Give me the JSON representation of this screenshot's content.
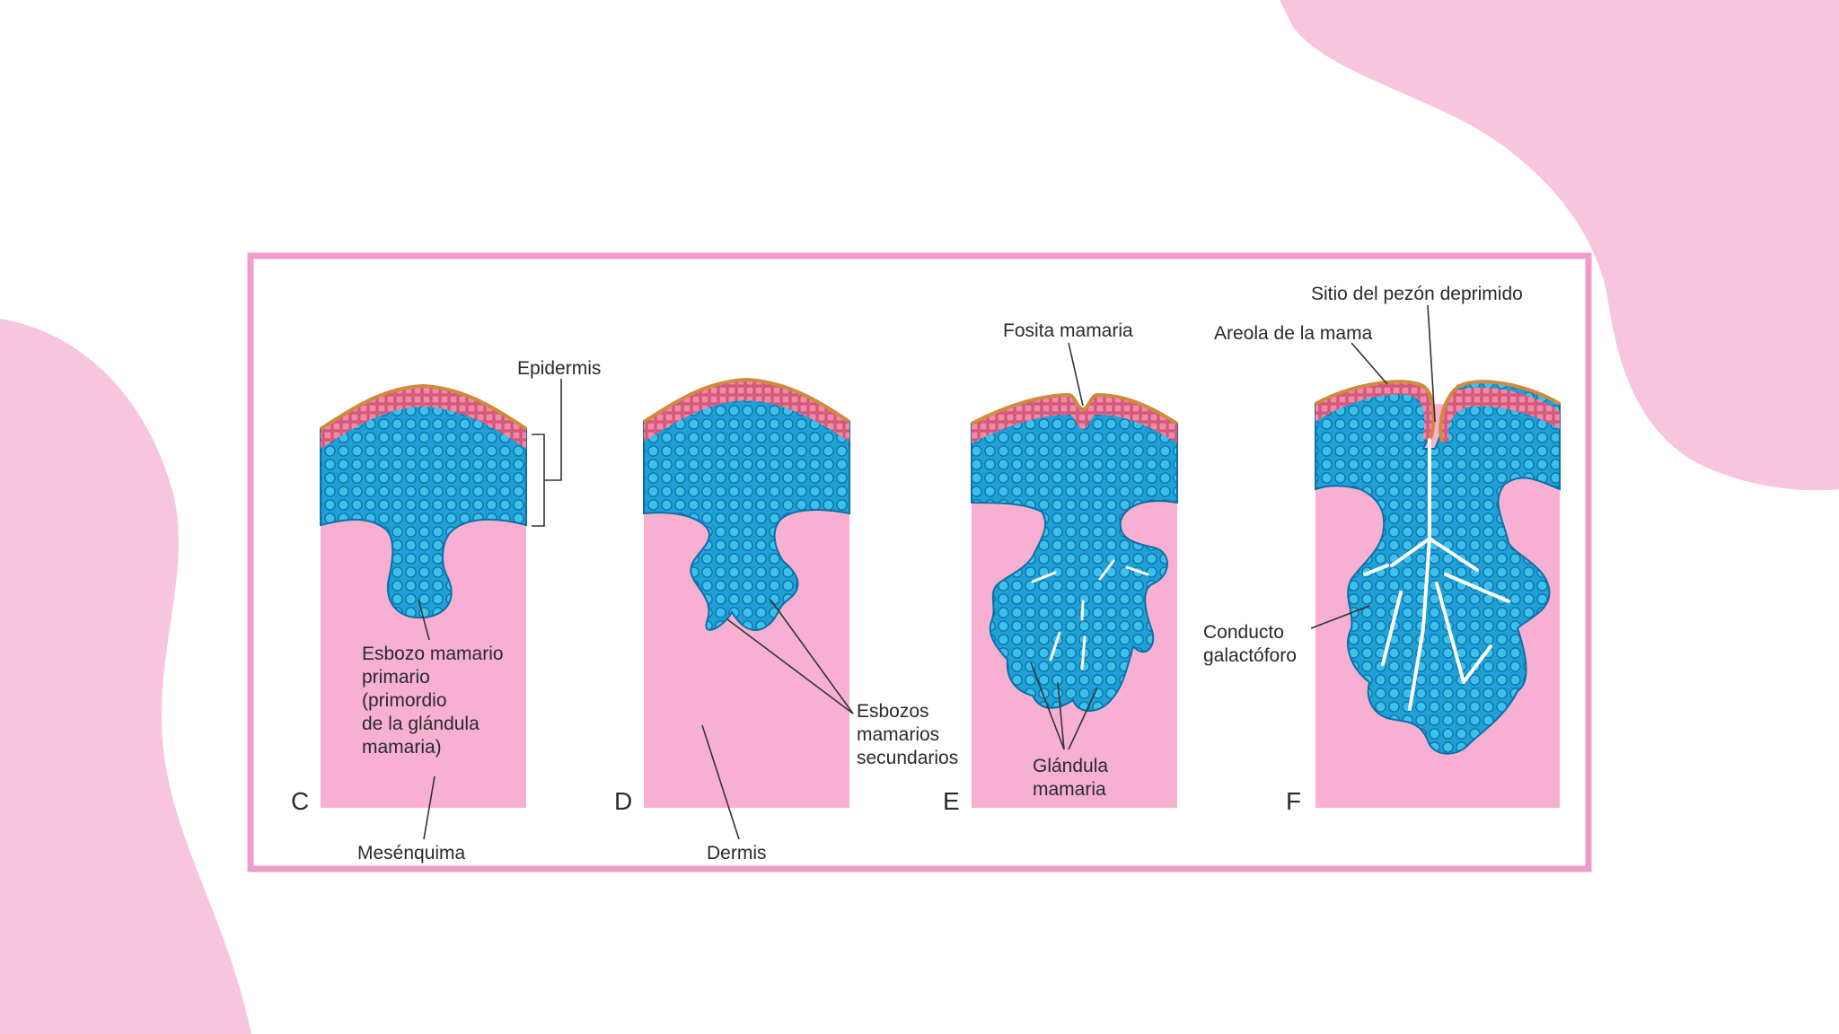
{
  "colors": {
    "blob": "#f7c5de",
    "frame": "#ef9cc8",
    "dermis": "#f7b0d2",
    "epithelium": "#1fa0d6",
    "epithelium_dark": "#0b6fa5",
    "epidermis_top": "#e45a7d",
    "epidermis_surface": "#d08a3c",
    "duct": "#ffffff"
  },
  "panels": {
    "c": {
      "letter": "C",
      "epidermis": "Epidermis",
      "bud_lines": [
        "Esbozo mamario",
        "primario",
        "(primordio",
        "de la glándula",
        "mamaria)"
      ],
      "mesenchyme": "Mesénquima"
    },
    "d": {
      "letter": "D",
      "secondary_lines": [
        "Esbozos",
        "mamarios",
        "secundarios"
      ],
      "dermis": "Dermis"
    },
    "e": {
      "letter": "E",
      "pit": "Fosita mamaria",
      "gland_lines": [
        "Glándula",
        "mamaria"
      ]
    },
    "f": {
      "letter": "F",
      "nipple": "Sitio del pezón deprimido",
      "areola": "Areola de la mama",
      "duct_lines": [
        "Conducto",
        "galactóforo"
      ]
    }
  }
}
